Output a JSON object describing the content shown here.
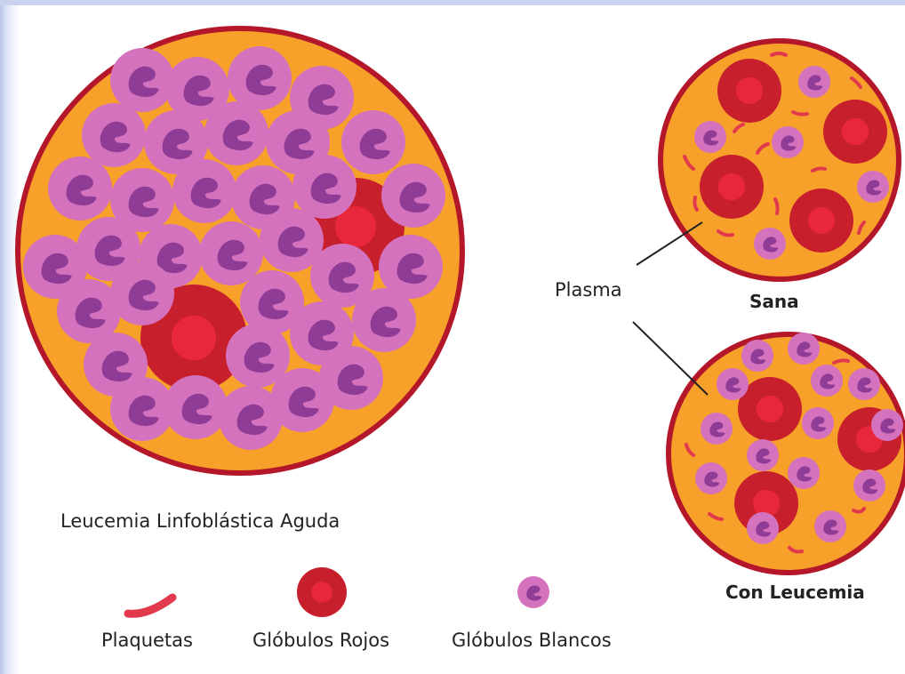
{
  "labels": {
    "main_title": "Leucemia Linfoblástica Aguda",
    "plasma": "Plasma",
    "healthy": "Sana",
    "with_leukemia": "Con Leucemia"
  },
  "legend": {
    "platelets": "Plaquetas",
    "red_cells": "Glóbulos Rojos",
    "white_cells": "Glóbulos Blancos"
  },
  "colors": {
    "plasma": "#f7a12b",
    "border": "#b5172a",
    "red_cell_outer": "#c81f2c",
    "red_cell_inner": "#e8283a",
    "white_cell": "#d472bd",
    "white_cell_nucleus": "#8e3c95",
    "platelet": "#e23a4d"
  }
}
